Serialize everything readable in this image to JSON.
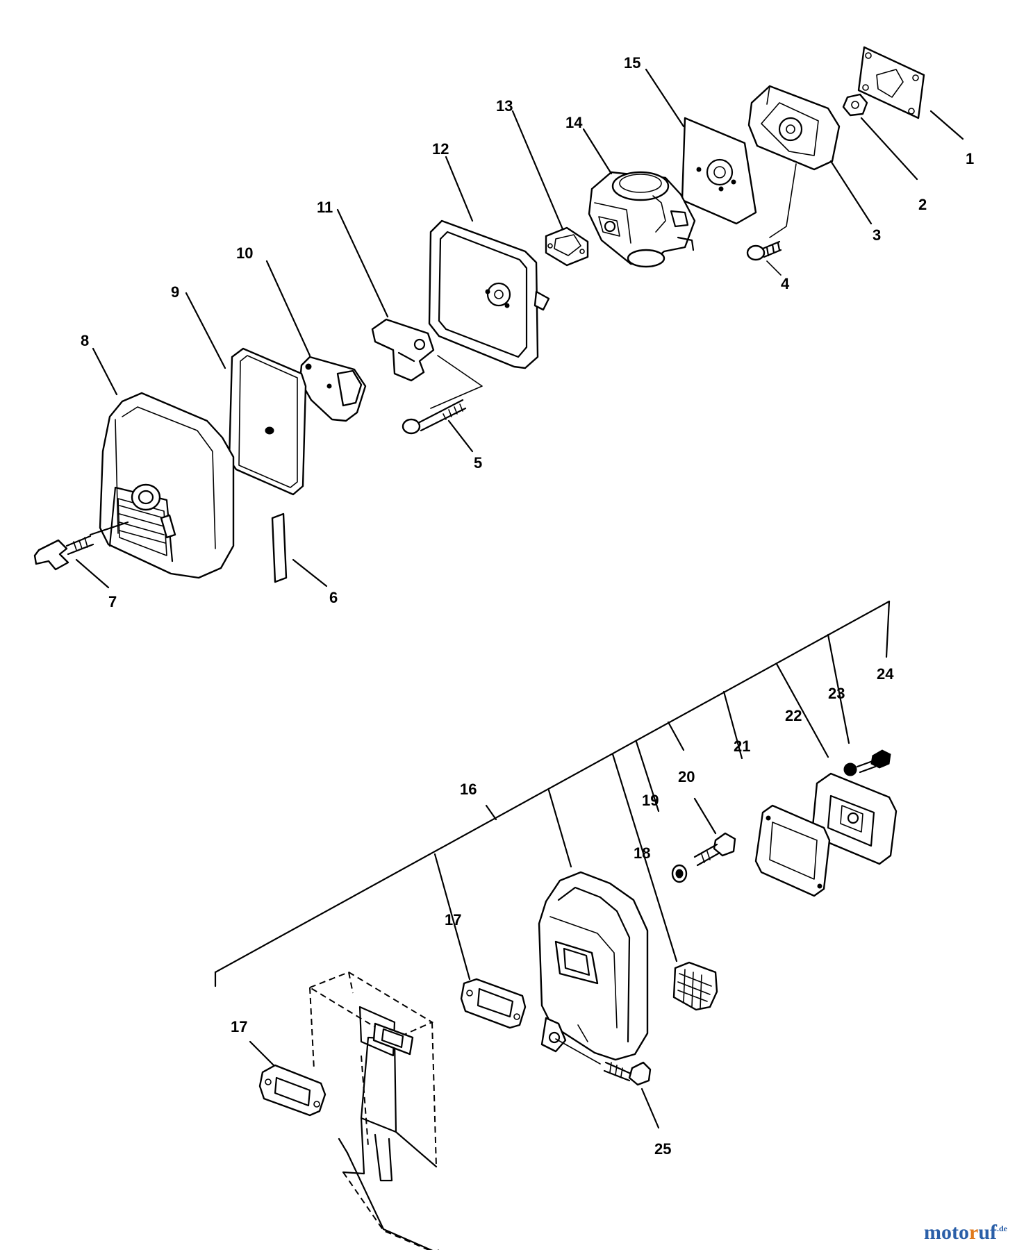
{
  "callouts": [
    {
      "id": "1",
      "label": "1"
    },
    {
      "id": "2",
      "label": "2"
    },
    {
      "id": "3",
      "label": "3"
    },
    {
      "id": "4",
      "label": "4"
    },
    {
      "id": "5",
      "label": "5"
    },
    {
      "id": "6",
      "label": "6"
    },
    {
      "id": "7",
      "label": "7"
    },
    {
      "id": "8",
      "label": "8"
    },
    {
      "id": "9",
      "label": "9"
    },
    {
      "id": "10",
      "label": "10"
    },
    {
      "id": "11",
      "label": "11"
    },
    {
      "id": "12",
      "label": "12"
    },
    {
      "id": "13",
      "label": "13"
    },
    {
      "id": "14",
      "label": "14"
    },
    {
      "id": "15",
      "label": "15"
    },
    {
      "id": "16",
      "label": "16"
    },
    {
      "id": "17a",
      "label": "17"
    },
    {
      "id": "17b",
      "label": "17"
    },
    {
      "id": "18",
      "label": "18"
    },
    {
      "id": "19",
      "label": "19"
    },
    {
      "id": "20",
      "label": "20"
    },
    {
      "id": "21",
      "label": "21"
    },
    {
      "id": "22",
      "label": "22"
    },
    {
      "id": "23",
      "label": "23"
    },
    {
      "id": "24",
      "label": "24"
    },
    {
      "id": "25",
      "label": "25"
    }
  ],
  "watermark": {
    "part1": "moto",
    "part2": "r",
    "part3": "uf",
    "suffix": ".de"
  }
}
